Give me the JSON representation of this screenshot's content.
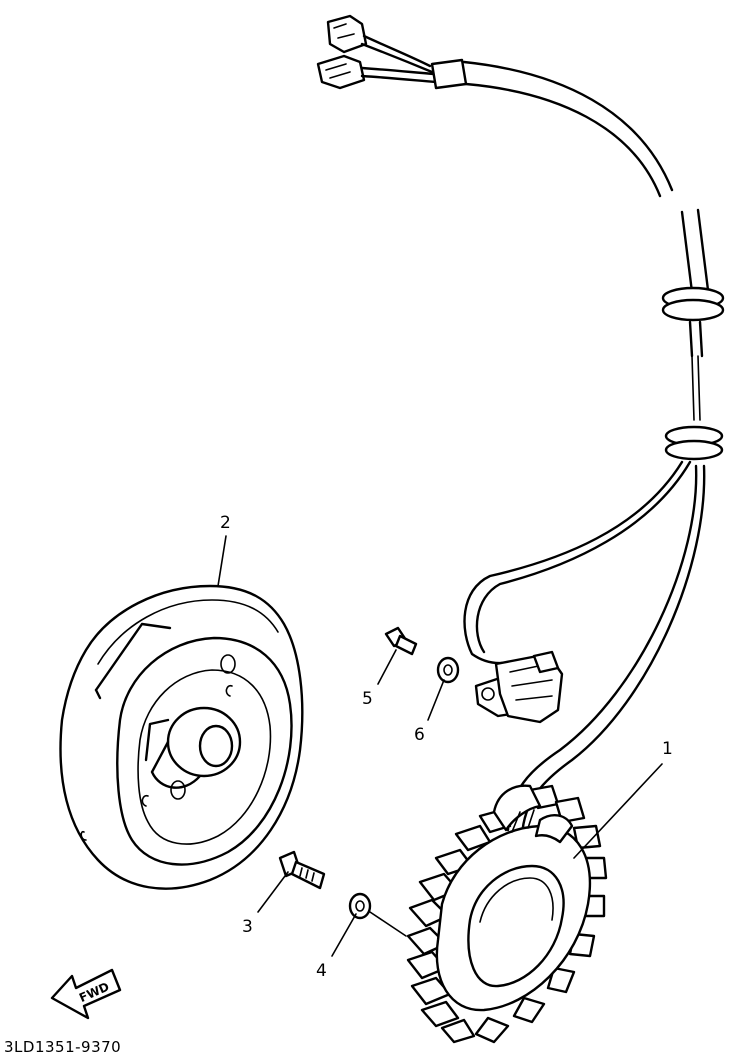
{
  "callouts": [
    {
      "number": "1",
      "part": "stator-coil-assembly"
    },
    {
      "number": "2",
      "part": "rotor-flywheel"
    },
    {
      "number": "3",
      "part": "bolt"
    },
    {
      "number": "4",
      "part": "washer"
    },
    {
      "number": "5",
      "part": "screw"
    },
    {
      "number": "6",
      "part": "washer"
    }
  ],
  "fwd_label": "FWD",
  "drawing_code": "3LD1351-9370"
}
